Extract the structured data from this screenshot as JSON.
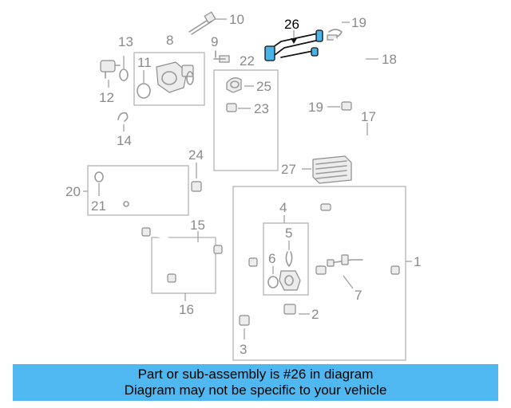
{
  "callouts": {
    "c1": "1",
    "c2": "2",
    "c3": "3",
    "c4": "4",
    "c5": "5",
    "c6": "6",
    "c7": "7",
    "c8": "8",
    "c9": "9",
    "c10": "10",
    "c11": "11",
    "c12": "12",
    "c13": "13",
    "c14": "14",
    "c15": "15",
    "c16": "16",
    "c17": "17",
    "c18": "18",
    "c19a": "19",
    "c19b": "19",
    "c20": "20",
    "c21": "21",
    "c22": "22",
    "c23": "23",
    "c24": "24",
    "c25": "25",
    "c26": "26",
    "c27": "27"
  },
  "highlight_color": "#49b4e8",
  "banner": {
    "color": "#4fb8f0",
    "line1": "Part or sub-assembly is #26 in diagram",
    "line2": "Diagram may not be specific to your vehicle"
  }
}
